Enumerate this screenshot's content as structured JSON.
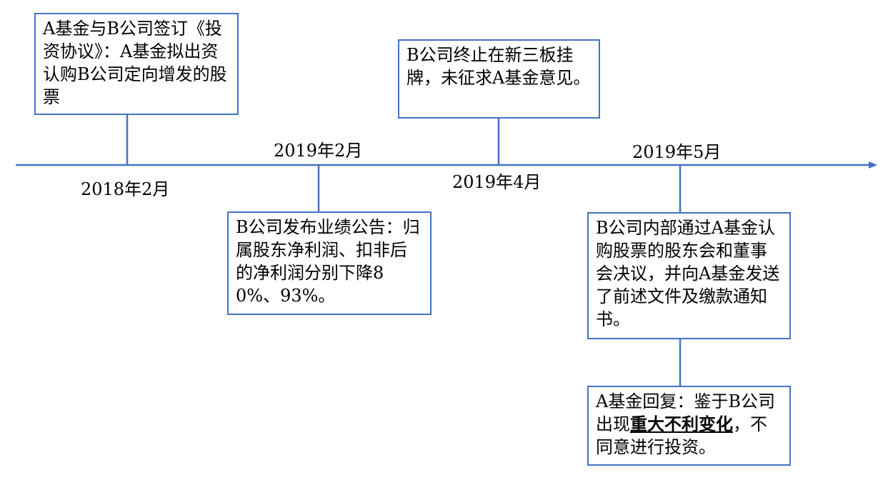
{
  "timeline": {
    "line_color": "#4472c4",
    "events": [
      {
        "date": "2018年2月",
        "text": "A基金与B公司签订《投资协议》：A基金拟出资认购B公司定向增发的股票"
      },
      {
        "date": "2019年2月",
        "text": "B公司发布业绩公告：归属股东净利润、扣非后的净利润分别下降80%、93%。"
      },
      {
        "date": "2019年4月",
        "text": "B公司终止在新三板挂牌，未征求A基金意见。"
      },
      {
        "date": "2019年5月",
        "text": "B公司内部通过A基金认购股票的股东会和董事会决议，并向A基金发送了前述文件及缴款通知书。",
        "reply": {
          "text_before": "A基金回复：鉴于B公司出现",
          "text_emphasis": "重大不利变化",
          "text_after": "，不同意进行投资。"
        }
      }
    ]
  }
}
